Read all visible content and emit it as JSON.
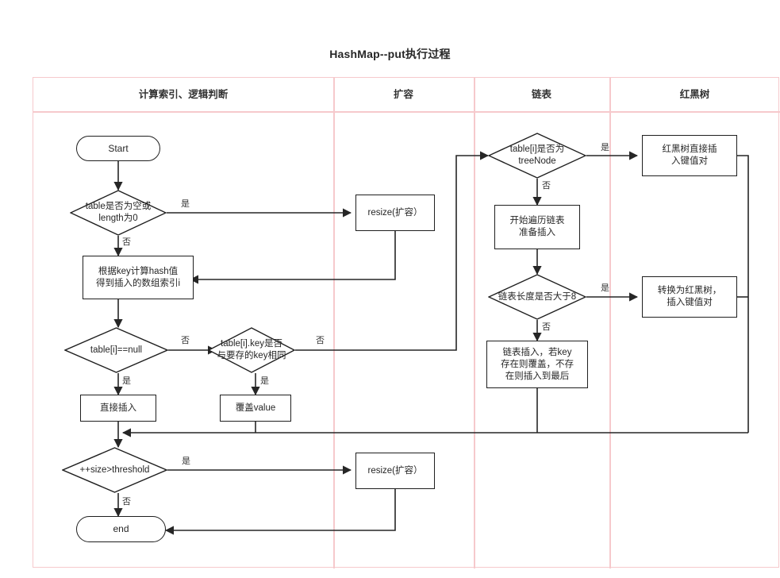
{
  "title": "HashMap--put执行过程",
  "lanes": [
    {
      "id": "lane-index-logic",
      "label": "计算索引、逻辑判断"
    },
    {
      "id": "lane-resize",
      "label": "扩容"
    },
    {
      "id": "lane-linkedlist",
      "label": "链表"
    },
    {
      "id": "lane-redblacktree",
      "label": "红黑树"
    }
  ],
  "nodes": {
    "start": "Start",
    "table_empty_check": "table是否为空或\nlength为0",
    "resize_top": "resize(扩容）",
    "compute_hash": "根据key计算hash值\n得到插入的数组索引i",
    "table_i_null": "table[i]==null",
    "key_same_check": "table[i].key是否\n与要存的key相同",
    "direct_insert": "直接插入",
    "overwrite_value": "覆盖value",
    "size_threshold": "++size>threshold",
    "resize_bottom": "resize(扩容）",
    "end": "end",
    "is_treenode": "table[i]是否为\ntreeNode",
    "traverse_list": "开始遍历链表\n准备插入",
    "list_len_gt8": "链表长度是否大于8",
    "list_insert": "链表插入，若key\n存在则覆盖，不存\n在则插入到最后",
    "tree_direct_insert": "红黑树直接插\n入键值对",
    "convert_to_tree": "转换为红黑树，\n插入键值对"
  },
  "edge_labels": {
    "empty_yes": "是",
    "empty_no": "否",
    "tablei_no": "否",
    "keysame_no": "否",
    "keysame_yes": "是",
    "tablei_yes": "是",
    "threshold_yes": "是",
    "threshold_no": "否",
    "treenode_yes": "是",
    "treenode_no": "否",
    "len8_yes": "是",
    "len8_no": "否"
  },
  "colors": {
    "lane_border": "#f6c9cc",
    "node_border": "#1f1f1f",
    "edge": "#262626",
    "text": "#262626",
    "background": "#ffffff"
  }
}
